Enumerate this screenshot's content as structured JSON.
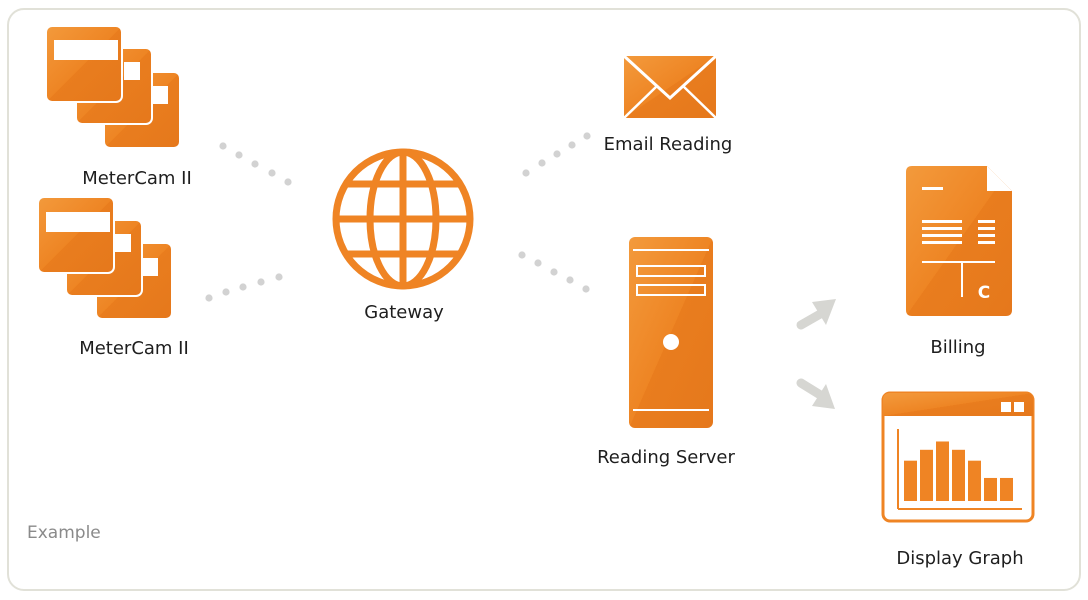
{
  "labels": {
    "metercam_top": "MeterCam II",
    "metercam_bottom": "MeterCam II",
    "gateway": "Gateway",
    "email": "Email Reading",
    "server": "Reading Server",
    "billing": "Billing",
    "graph": "Display Graph",
    "example": "Example"
  },
  "billing_glyph": "C",
  "colors": {
    "orange": "#ef8424",
    "orange_dark": "#e5781c",
    "dots": "#d2d2d2",
    "arrow": "#d6d6d2",
    "frame": "#e1e1d8"
  },
  "graph_bar_values": [
    0.63,
    0.8,
    0.93,
    0.8,
    0.63,
    0.36,
    0.36
  ]
}
